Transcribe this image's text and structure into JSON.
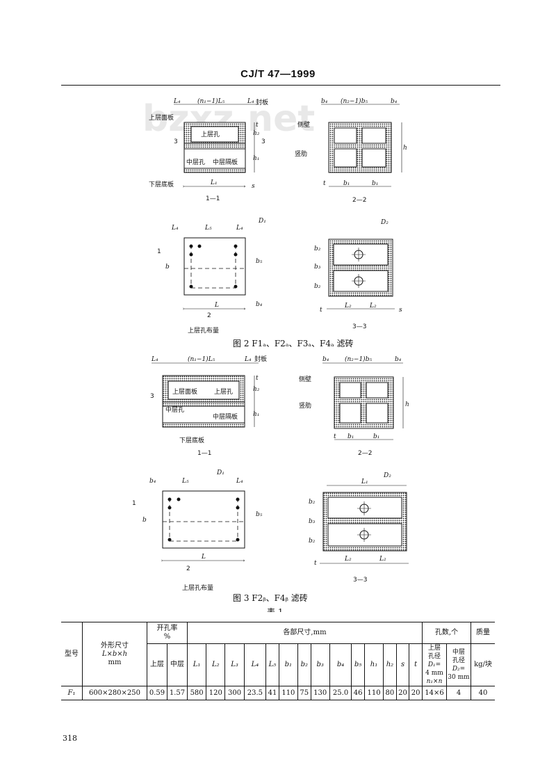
{
  "header": {
    "text": "CJ/T 47—1999"
  },
  "watermark": "bzxz.net",
  "fig2": {
    "caption": "图 2   F1ₐ、F2ₐ、F3ₐ、F4ₐ 滤砖",
    "s11": {
      "title": "1—1",
      "l_top_L4": "L₄",
      "l_top_n1L5": "(n₁−1)L₅",
      "l_top_L4r": "L₄",
      "feng": "封板",
      "shangmian": "上层面板",
      "shangkong": "上层孔",
      "zhongkong": "中层孔",
      "zhongge": "中层隔板",
      "xiadi": "下层底板",
      "L1": "L₁",
      "s": "s",
      "t": "t",
      "h2": "h₂",
      "h1": "h₁",
      "sec3l": "3",
      "sec3r": "3"
    },
    "s22": {
      "title": "2—2",
      "b4l": "b₄",
      "n2b5": "(n₂−1)b₅",
      "b4r": "b₄",
      "cebi": "侧壁",
      "shujin": "竖肋",
      "h": "h",
      "t": "t",
      "b1": "b₁"
    },
    "plan": {
      "title": "上层孔布量",
      "L4": "L₄",
      "L5": "L₅",
      "L4r": "L₄",
      "D1": "D₁",
      "b": "b",
      "L": "L",
      "b4": "b₄",
      "b5": "b₅",
      "mk1": "1",
      "mk2": "2"
    },
    "s33": {
      "title": "3—3",
      "D2": "D₂",
      "b2": "b₂",
      "b3": "b₃",
      "t": "t",
      "L2": "L₂",
      "s": "s"
    }
  },
  "fig3": {
    "caption": "图 3   F2ᵦ、F4ᵦ 滤砖",
    "s11": {
      "title": "1—1",
      "l_top_L4": "L₄",
      "l_top_n1L5": "(n₁−1)L₅",
      "l_top_L4r": "L₄",
      "feng": "封板",
      "shangmian": "上层面板",
      "shangkong": "上层孔",
      "zhongkong": "中层孔",
      "zhongge": "中层隔板",
      "xiadi": "下层底板",
      "t": "t",
      "h2": "h₂",
      "h1": "h₁",
      "sec3": "3"
    },
    "s22": {
      "title": "2—2",
      "b4l": "b₄",
      "n2b5": "(n₂−1)b₅",
      "b4r": "b₄",
      "cebi": "侧壁",
      "shujin": "竖肋",
      "h": "h",
      "t": "t",
      "b1": "b₁"
    },
    "plan": {
      "title": "上层孔布量",
      "b4": "b₄",
      "L5": "L₅",
      "L4": "L₄",
      "D1": "D₁",
      "b": "b",
      "L": "L",
      "b5": "b₅",
      "mk1": "1",
      "mk2": "2"
    },
    "s33": {
      "title": "3—3",
      "L1": "L₁",
      "D2": "D₂",
      "b2": "b₂",
      "b3": "b₃",
      "t": "t",
      "L2": "L₂"
    }
  },
  "table": {
    "title": "表 1",
    "h_xinghao": "型号",
    "h_size": [
      "外形尺寸",
      "L×b×h",
      "mm"
    ],
    "h_kaikong": [
      "开孔率",
      "%"
    ],
    "h_shang": "上层",
    "h_zhong": "中层",
    "h_gebu": "各部尺寸,mm",
    "h_kongshu": "孔数,个",
    "h_zhiliang": "质量",
    "h_unit": "kg/块",
    "h_up_hole": [
      "上层",
      "孔径",
      "D₁=",
      "4 mm",
      "n₁×n"
    ],
    "h_mid_hole": [
      "中层",
      "孔径",
      "D₂=",
      "30 mm"
    ],
    "cols": [
      "L₁",
      "L₂",
      "L₃",
      "L₄",
      "L₅",
      "b₁",
      "b₂",
      "b₃",
      "b₄",
      "b₅",
      "h₁",
      "h₂",
      "s",
      "t"
    ],
    "row": {
      "model": "F₁",
      "size": "600×280×250",
      "r_up": "0.59",
      "r_mid": "1.57",
      "vals": [
        "580",
        "120",
        "300",
        "23.5",
        "41",
        "110",
        "75",
        "130",
        "25.0",
        "46",
        "110",
        "80",
        "20",
        "20"
      ],
      "up_holes": "14×6",
      "mid_holes": "4",
      "mass": "40"
    }
  },
  "page_number": "318"
}
